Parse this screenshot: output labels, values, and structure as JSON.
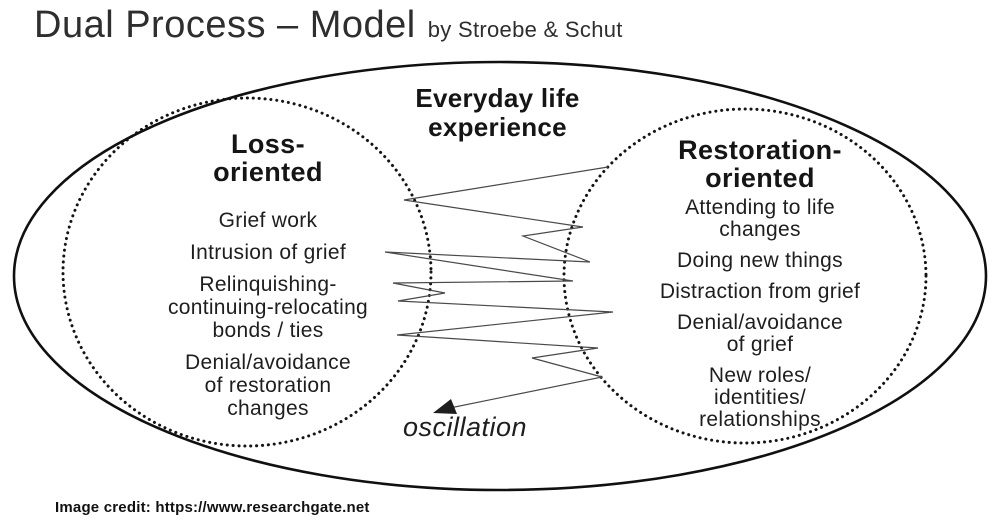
{
  "title": {
    "main": "Dual Process – Model",
    "byline": "by Stroebe & Schut"
  },
  "diagram": {
    "outer_label": "Everyday life\nexperience",
    "left_circle": {
      "title": "Loss-\noriented",
      "items": [
        "Grief work",
        "Intrusion of grief",
        "Relinquishing-\ncontinuing-relocating\nbonds /  ties",
        "Denial/avoidance\nof restoration\nchanges"
      ]
    },
    "right_circle": {
      "title": "Restoration-\noriented",
      "items": [
        "Attending to life\nchanges",
        "Doing new things",
        "Distraction from grief",
        "Denial/avoidance\nof grief",
        "New roles/\nidentities/\nrelationships"
      ]
    },
    "oscillation_label": "oscillation",
    "colors": {
      "ink": "#1b1b1b",
      "zigzag_line": "#4a4a4a",
      "background": "#ffffff"
    }
  },
  "footer": {
    "credit": "Image credit: https://www.researchgate.net"
  }
}
